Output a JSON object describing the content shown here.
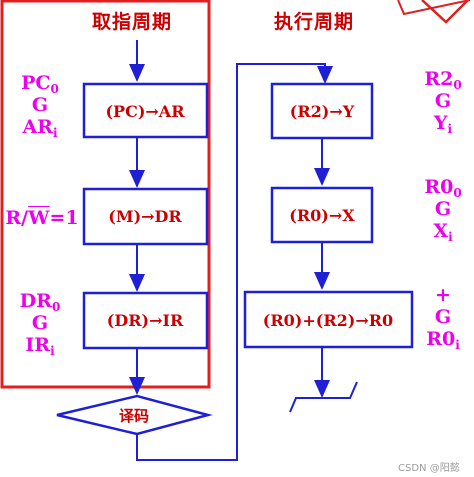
{
  "phases": {
    "fetch_title": "取指周期",
    "execute_title": "执行周期"
  },
  "fetch": {
    "steps": [
      {
        "label": "(PC)→AR",
        "signal": "PC0 G ARi"
      },
      {
        "label": "(M)→DR",
        "signal": "R/W=1"
      },
      {
        "label": "(DR)→IR",
        "signal": "DR0 G IRi"
      }
    ],
    "signals": [
      {
        "lines": [
          [
            "PC",
            "0"
          ],
          [
            "G",
            ""
          ],
          [
            "AR",
            "i"
          ]
        ]
      },
      {
        "lines": [
          [
            "R/",
            "",
            "W",
            "=1"
          ]
        ]
      },
      {
        "lines": [
          [
            "DR",
            "0"
          ],
          [
            "G",
            ""
          ],
          [
            "IR",
            "i"
          ]
        ]
      }
    ],
    "decode_label": "译码"
  },
  "execute": {
    "steps": [
      {
        "label": "(R2)→Y"
      },
      {
        "label": "(R0)→X"
      },
      {
        "label": "(R0)+(R2)→R0"
      }
    ],
    "signals": [
      {
        "lines": [
          [
            "R2",
            "0"
          ],
          [
            "G",
            ""
          ],
          [
            "Y",
            "i"
          ]
        ]
      },
      {
        "lines": [
          [
            "R0",
            "0"
          ],
          [
            "G",
            ""
          ],
          [
            "X",
            "i"
          ]
        ]
      },
      {
        "lines": [
          [
            "+",
            ""
          ],
          [
            "G",
            ""
          ],
          [
            "R0",
            "i"
          ]
        ]
      }
    ]
  },
  "colors": {
    "box_border": "#1f1fd6",
    "frame_red": "#e02020",
    "text_red": "#cc0000",
    "signal_magenta": "#ee00ee",
    "arrow_blue": "#1f1fd6"
  },
  "watermark": "CSDN @阳懿"
}
